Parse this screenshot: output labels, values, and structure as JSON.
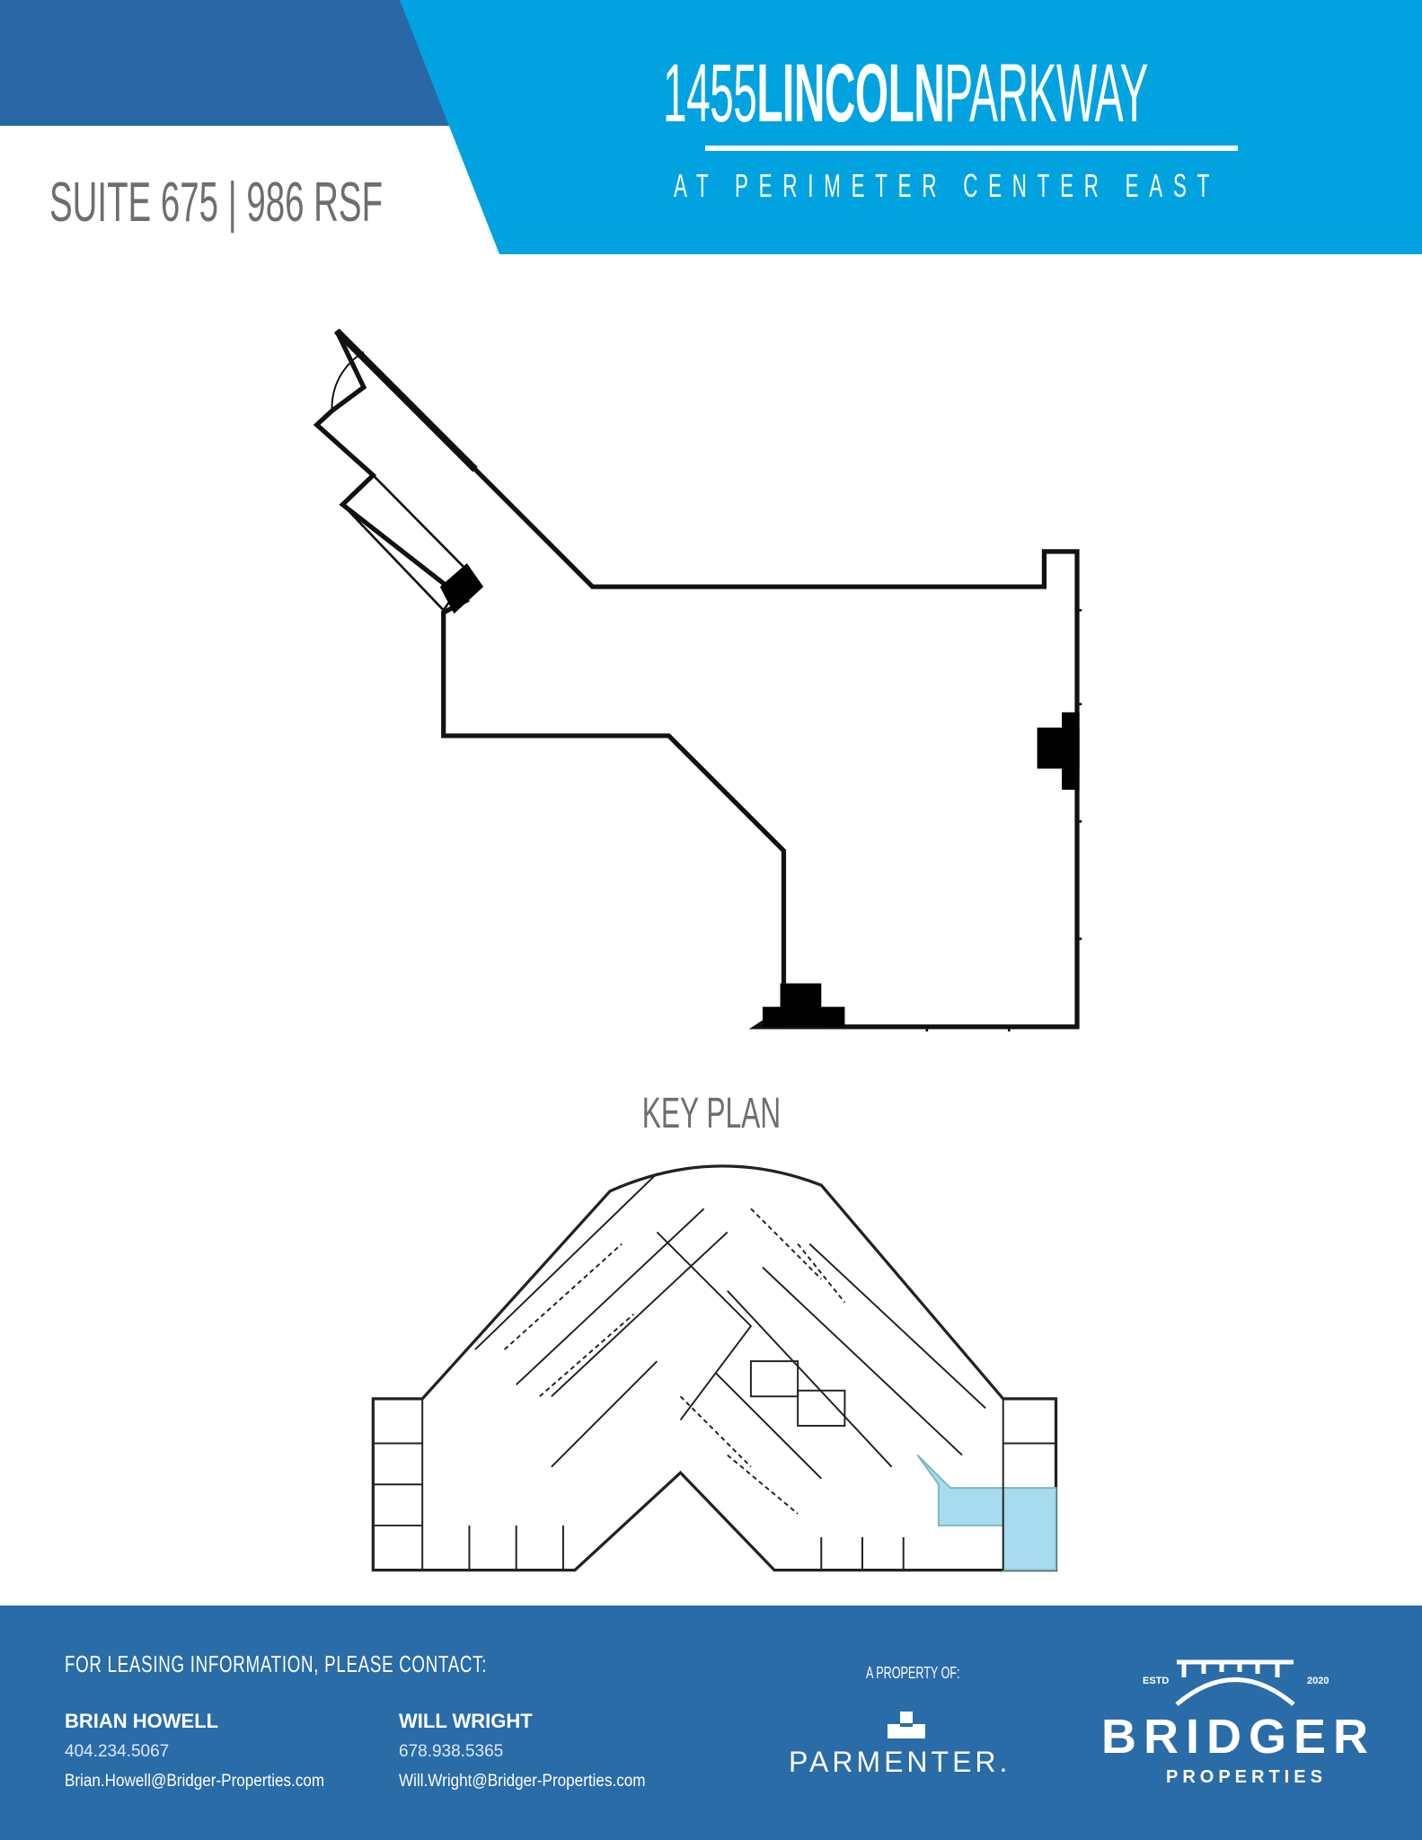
{
  "header": {
    "title_number": "1455",
    "title_bold": "LINCOLN",
    "title_light": "PARKWAY",
    "subtitle": "AT PERIMETER CENTER EAST",
    "suite": "SUITE 675 | 986 RSF"
  },
  "key_plan": {
    "title": "KEY PLAN",
    "highlight_color": "#a8daf0"
  },
  "footer": {
    "contact_heading": "FOR LEASING INFORMATION, PLEASE CONTACT:",
    "contacts": [
      {
        "name": "BRIAN HOWELL",
        "phone": "404.234.5067",
        "email": "Brian.Howell@Bridger-Properties.com"
      },
      {
        "name": "WILL WRIGHT",
        "phone": "678.938.5365",
        "email": "Will.Wright@Bridger-Properties.com"
      }
    ],
    "property_of": "A PROPERTY OF:",
    "parmenter": "PARMENTER.",
    "bridger": "BRIDGER",
    "bridger_sub": "PROPERTIES",
    "estd": "ESTD",
    "year": "2020"
  },
  "colors": {
    "dark_blue": "#2a67a6",
    "cyan": "#00a3e0",
    "gray": "#6d6e71"
  }
}
